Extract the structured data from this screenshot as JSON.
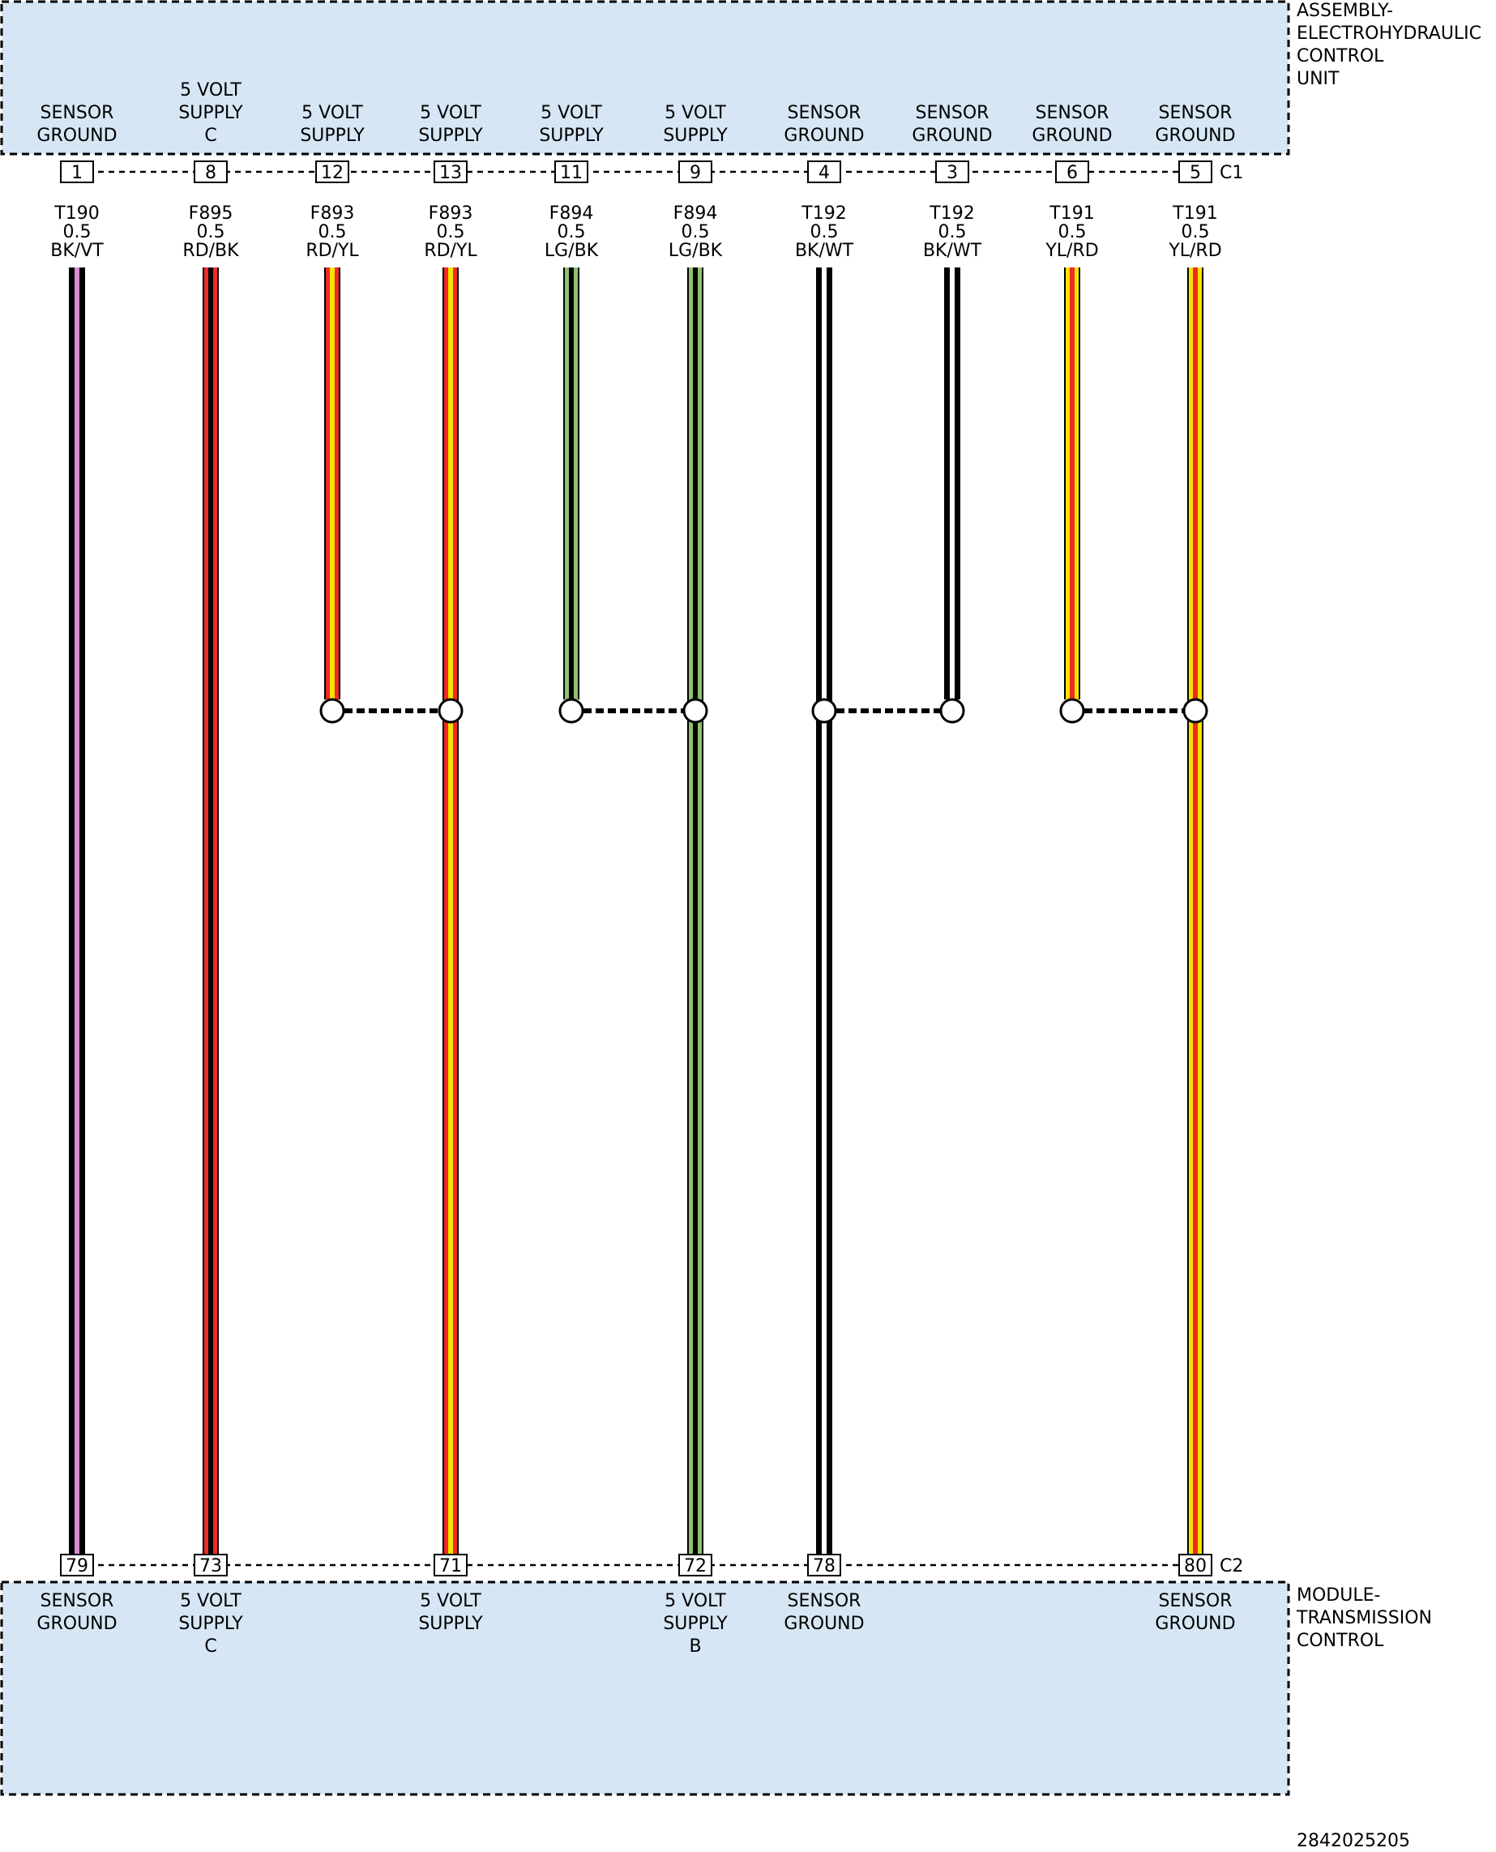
{
  "document_number": "2842025205",
  "top_component": {
    "name_lines": [
      "ASSEMBLY-",
      "ELECTROHYDRAULIC",
      "CONTROL",
      "UNIT"
    ],
    "connector": "C1"
  },
  "bottom_component": {
    "name_lines": [
      "MODULE-",
      "TRANSMISSION",
      "CONTROL"
    ],
    "connector": "C2"
  },
  "colors": {
    "box_fill": "#d6e6f5",
    "BK": "#000000",
    "VT": "#d88ed0",
    "RD": "#ee2a24",
    "YL": "#f7e300",
    "LG": "#8fc170",
    "WT": "#ffffff"
  },
  "wires": [
    {
      "top_pin": "1",
      "top_label": [
        "SENSOR",
        "GROUND"
      ],
      "circuit": "T190",
      "gauge": "0.5",
      "color_code": "BK/VT",
      "base": "BK",
      "stripe": "VT",
      "bottom_pin": "79",
      "bottom_label": [
        "SENSOR",
        "GROUND"
      ]
    },
    {
      "top_pin": "8",
      "top_label": [
        "5 VOLT",
        "SUPPLY",
        "C"
      ],
      "circuit": "F895",
      "gauge": "0.5",
      "color_code": "RD/BK",
      "base": "RD",
      "stripe": "BK",
      "bottom_pin": "73",
      "bottom_label": [
        "5 VOLT",
        "SUPPLY",
        "C"
      ]
    },
    {
      "top_pin": "12",
      "top_label": [
        "5 VOLT",
        "SUPPLY"
      ],
      "circuit": "F893",
      "gauge": "0.5",
      "color_code": "RD/YL",
      "base": "RD",
      "stripe": "YL",
      "bottom_pin": "",
      "bottom_label": []
    },
    {
      "top_pin": "13",
      "top_label": [
        "5 VOLT",
        "SUPPLY"
      ],
      "circuit": "F893",
      "gauge": "0.5",
      "color_code": "RD/YL",
      "base": "RD",
      "stripe": "YL",
      "bottom_pin": "71",
      "bottom_label": [
        "5 VOLT",
        "SUPPLY"
      ]
    },
    {
      "top_pin": "11",
      "top_label": [
        "5 VOLT",
        "SUPPLY"
      ],
      "circuit": "F894",
      "gauge": "0.5",
      "color_code": "LG/BK",
      "base": "LG",
      "stripe": "BK",
      "bottom_pin": "",
      "bottom_label": []
    },
    {
      "top_pin": "9",
      "top_label": [
        "5 VOLT",
        "SUPPLY"
      ],
      "circuit": "F894",
      "gauge": "0.5",
      "color_code": "LG/BK",
      "base": "LG",
      "stripe": "BK",
      "bottom_pin": "72",
      "bottom_label": [
        "5 VOLT",
        "SUPPLY",
        "B"
      ]
    },
    {
      "top_pin": "4",
      "top_label": [
        "SENSOR",
        "GROUND"
      ],
      "circuit": "T192",
      "gauge": "0.5",
      "color_code": "BK/WT",
      "base": "BK",
      "stripe": "WT",
      "bottom_pin": "78",
      "bottom_label": [
        "SENSOR",
        "GROUND"
      ]
    },
    {
      "top_pin": "3",
      "top_label": [
        "SENSOR",
        "GROUND"
      ],
      "circuit": "T192",
      "gauge": "0.5",
      "color_code": "BK/WT",
      "base": "BK",
      "stripe": "WT",
      "bottom_pin": "",
      "bottom_label": []
    },
    {
      "top_pin": "6",
      "top_label": [
        "SENSOR",
        "GROUND"
      ],
      "circuit": "T191",
      "gauge": "0.5",
      "color_code": "YL/RD",
      "base": "YL",
      "stripe": "RD",
      "bottom_pin": "",
      "bottom_label": []
    },
    {
      "top_pin": "5",
      "top_label": [
        "SENSOR",
        "GROUND"
      ],
      "circuit": "T191",
      "gauge": "0.5",
      "color_code": "YL/RD",
      "base": "YL",
      "stripe": "RD",
      "bottom_pin": "80",
      "bottom_label": [
        "SENSOR",
        "GROUND"
      ]
    }
  ],
  "splices": [
    {
      "from": "12",
      "to": "13"
    },
    {
      "from": "11",
      "to": "9"
    },
    {
      "from": "4",
      "to": "3"
    },
    {
      "from": "6",
      "to": "5"
    }
  ]
}
